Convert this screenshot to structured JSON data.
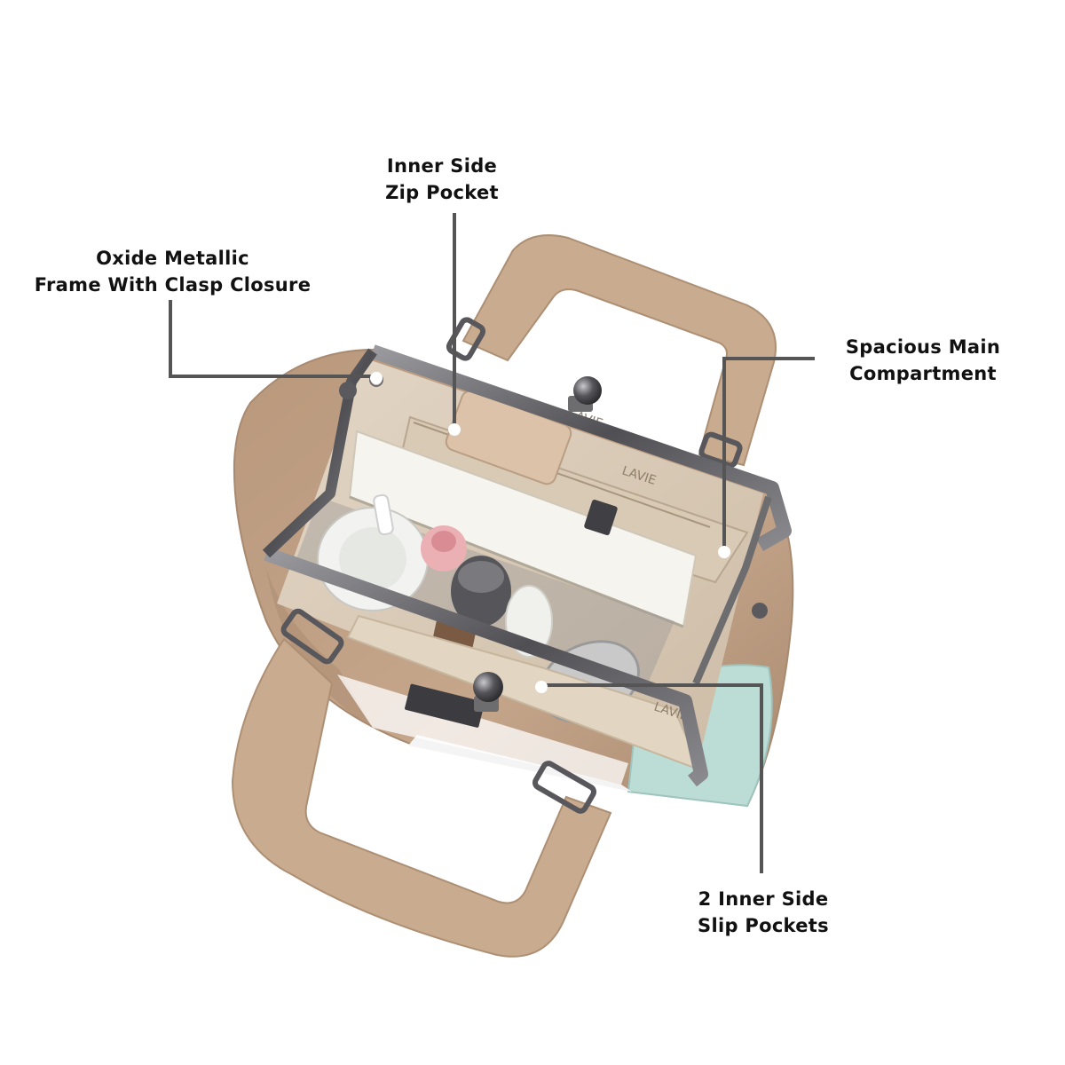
{
  "labels": {
    "inner_zip_pocket": {
      "line1": "Inner Side",
      "line2": "Zip Pocket"
    },
    "frame_clasp": {
      "line1": "Oxide Metallic",
      "line2": "Frame With Clasp Closure"
    },
    "main_compartment": {
      "line1": "Spacious Main",
      "line2": "Compartment"
    },
    "slip_pockets": {
      "line1": "2 Inner Side",
      "line2": "Slip Pockets"
    }
  },
  "lining_brand_text": "LAVIE",
  "colors": {
    "leather_beige": "#bf9e82",
    "handle_beige": "#c9ab8f",
    "mint_panel": "#bcdcd6",
    "lining": "#d6c7b3",
    "frame_metal": "#6d6d70",
    "callout_line": "#555555",
    "text": "#111111"
  }
}
